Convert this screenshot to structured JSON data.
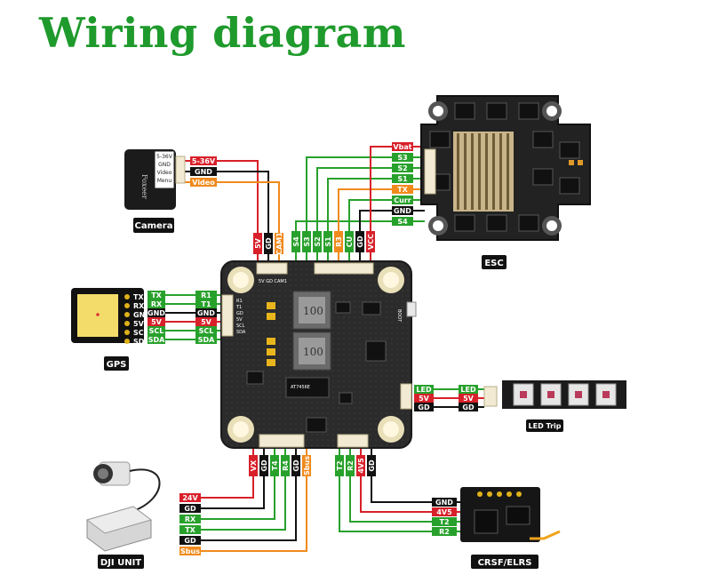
{
  "title": "Wiring diagram",
  "colors": {
    "red": "#d8202a",
    "black": "#111111",
    "green": "#28a12c",
    "orange": "#f08a1c",
    "title": "#1f9a2c"
  },
  "camera": {
    "label": "Camera",
    "wires": [
      {
        "text": "5-36V",
        "color": "red"
      },
      {
        "text": "GND",
        "color": "black"
      },
      {
        "text": "Video",
        "color": "orange"
      }
    ],
    "fc_pins": [
      {
        "text": "5V",
        "color": "red"
      },
      {
        "text": "GD",
        "color": "black"
      },
      {
        "text": "CAM1",
        "color": "orange"
      }
    ],
    "body_text": [
      "5-36V",
      "GND",
      "Video",
      "Menu"
    ],
    "brand": "Foxeer"
  },
  "esc": {
    "label": "ESC",
    "wires": [
      {
        "text": "Vbat",
        "color": "red"
      },
      {
        "text": "S3",
        "color": "green"
      },
      {
        "text": "S2",
        "color": "green"
      },
      {
        "text": "S1",
        "color": "green"
      },
      {
        "text": "TX",
        "color": "orange"
      },
      {
        "text": "Curr",
        "color": "green"
      },
      {
        "text": "GND",
        "color": "black"
      },
      {
        "text": "S4",
        "color": "green"
      }
    ],
    "fc_pins": [
      {
        "text": "S4",
        "color": "green"
      },
      {
        "text": "S3",
        "color": "green"
      },
      {
        "text": "S2",
        "color": "green"
      },
      {
        "text": "S1",
        "color": "green"
      },
      {
        "text": "R3",
        "color": "orange"
      },
      {
        "text": "CU",
        "color": "green"
      },
      {
        "text": "GD",
        "color": "black"
      },
      {
        "text": "VCC",
        "color": "red"
      }
    ]
  },
  "gps": {
    "label": "GPS",
    "pins": [
      {
        "text": "TX",
        "color": "green"
      },
      {
        "text": "RX",
        "color": "green"
      },
      {
        "text": "GND",
        "color": "black"
      },
      {
        "text": "5V",
        "color": "red"
      },
      {
        "text": "SCL",
        "color": "green"
      },
      {
        "text": "SDA",
        "color": "green"
      }
    ],
    "fc_pins": [
      {
        "text": "R1",
        "color": "green"
      },
      {
        "text": "T1",
        "color": "green"
      },
      {
        "text": "GND",
        "color": "black"
      },
      {
        "text": "5V",
        "color": "red"
      },
      {
        "text": "SCL",
        "color": "green"
      },
      {
        "text": "SDA",
        "color": "green"
      }
    ]
  },
  "led": {
    "label": "LED Trip",
    "fc_pins": [
      {
        "text": "LED",
        "color": "green"
      },
      {
        "text": "5V",
        "color": "red"
      },
      {
        "text": "GD",
        "color": "black"
      }
    ],
    "strip_pins": [
      {
        "text": "LED",
        "color": "green"
      },
      {
        "text": "5V",
        "color": "red"
      },
      {
        "text": "GD",
        "color": "black"
      }
    ]
  },
  "dji": {
    "label": "DJI UNIT",
    "fc_pins": [
      {
        "text": "VX",
        "color": "red"
      },
      {
        "text": "GD",
        "color": "black"
      },
      {
        "text": "T4",
        "color": "green"
      },
      {
        "text": "R4",
        "color": "green"
      },
      {
        "text": "GD",
        "color": "black"
      },
      {
        "text": "Sbus",
        "color": "orange"
      }
    ],
    "wires": [
      {
        "text": "24V",
        "color": "red"
      },
      {
        "text": "GD",
        "color": "black"
      },
      {
        "text": "RX",
        "color": "green"
      },
      {
        "text": "TX",
        "color": "green"
      },
      {
        "text": "GD",
        "color": "black"
      },
      {
        "text": "Sbus",
        "color": "orange"
      }
    ]
  },
  "crsf": {
    "label": "CRSF/ELRS",
    "fc_pins": [
      {
        "text": "T2",
        "color": "green"
      },
      {
        "text": "R2",
        "color": "green"
      },
      {
        "text": "4V5",
        "color": "red"
      },
      {
        "text": "GD",
        "color": "black"
      }
    ],
    "wires": [
      {
        "text": "GND",
        "color": "black"
      },
      {
        "text": "4V5",
        "color": "red"
      },
      {
        "text": "T2",
        "color": "green"
      },
      {
        "text": "R2",
        "color": "green"
      }
    ]
  },
  "fc": {
    "inductor_text": "100",
    "boot_text": "BOOT",
    "chip_text": "AT7456E",
    "top_pad_text": "5V GD CAM1",
    "left_pad_text": [
      "R1",
      "T1",
      "GD",
      "5V",
      "SCL",
      "SDA"
    ],
    "bottom_left_pad_text": [
      "VX",
      "GD",
      "T4",
      "R4",
      "GD",
      "Sbus"
    ],
    "bottom_right_pad_text": [
      "T2",
      "R2",
      "4V5",
      "GD"
    ],
    "right_pad_text": [
      "LED",
      "5V",
      "GD"
    ]
  }
}
